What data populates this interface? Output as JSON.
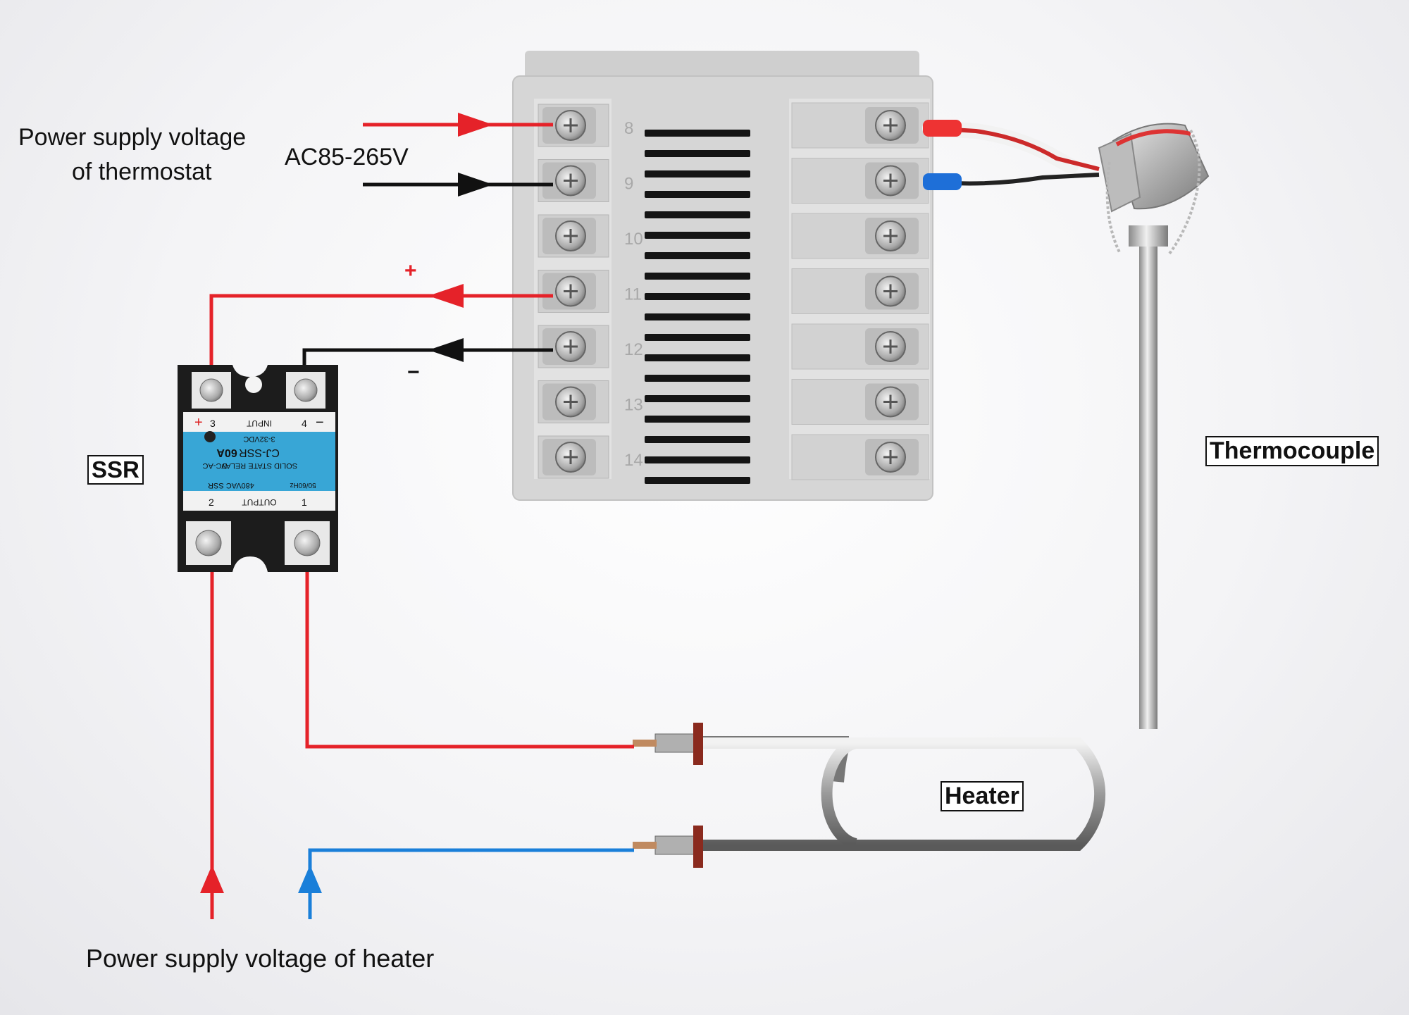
{
  "labels": {
    "thermostat_supply_line1": "Power supply voltage",
    "thermostat_supply_line2": "of thermostat",
    "ac_voltage": "AC85-265V",
    "plus": "+",
    "minus": "−",
    "ssr": "SSR",
    "thermocouple": "Thermocouple",
    "heater": "Heater",
    "heater_supply": "Power supply voltage of heater"
  },
  "controller": {
    "terminal_numbers": [
      "8",
      "9",
      "10",
      "11",
      "12",
      "13",
      "14"
    ]
  },
  "ssr_module": {
    "input_title": "INPUT",
    "input_plus": "+",
    "input_minus": "−",
    "terminal_3": "3",
    "terminal_4": "4",
    "terminal_1": "1",
    "terminal_2": "2",
    "input_range": "3-32VDC",
    "model": "CJ-SSR",
    "current": "60A",
    "type": "SOLID STATE RELAY",
    "mode": "DC-AC",
    "rating": "480VAC SSR",
    "freq": "50/60Hz",
    "output_title": "OUTPUT"
  },
  "colors": {
    "live": "#e52229",
    "neutral": "#111111",
    "blue": "#1a7fd9",
    "controller_body": "#dcdcdc",
    "ssr_label": "#38a6d6"
  }
}
